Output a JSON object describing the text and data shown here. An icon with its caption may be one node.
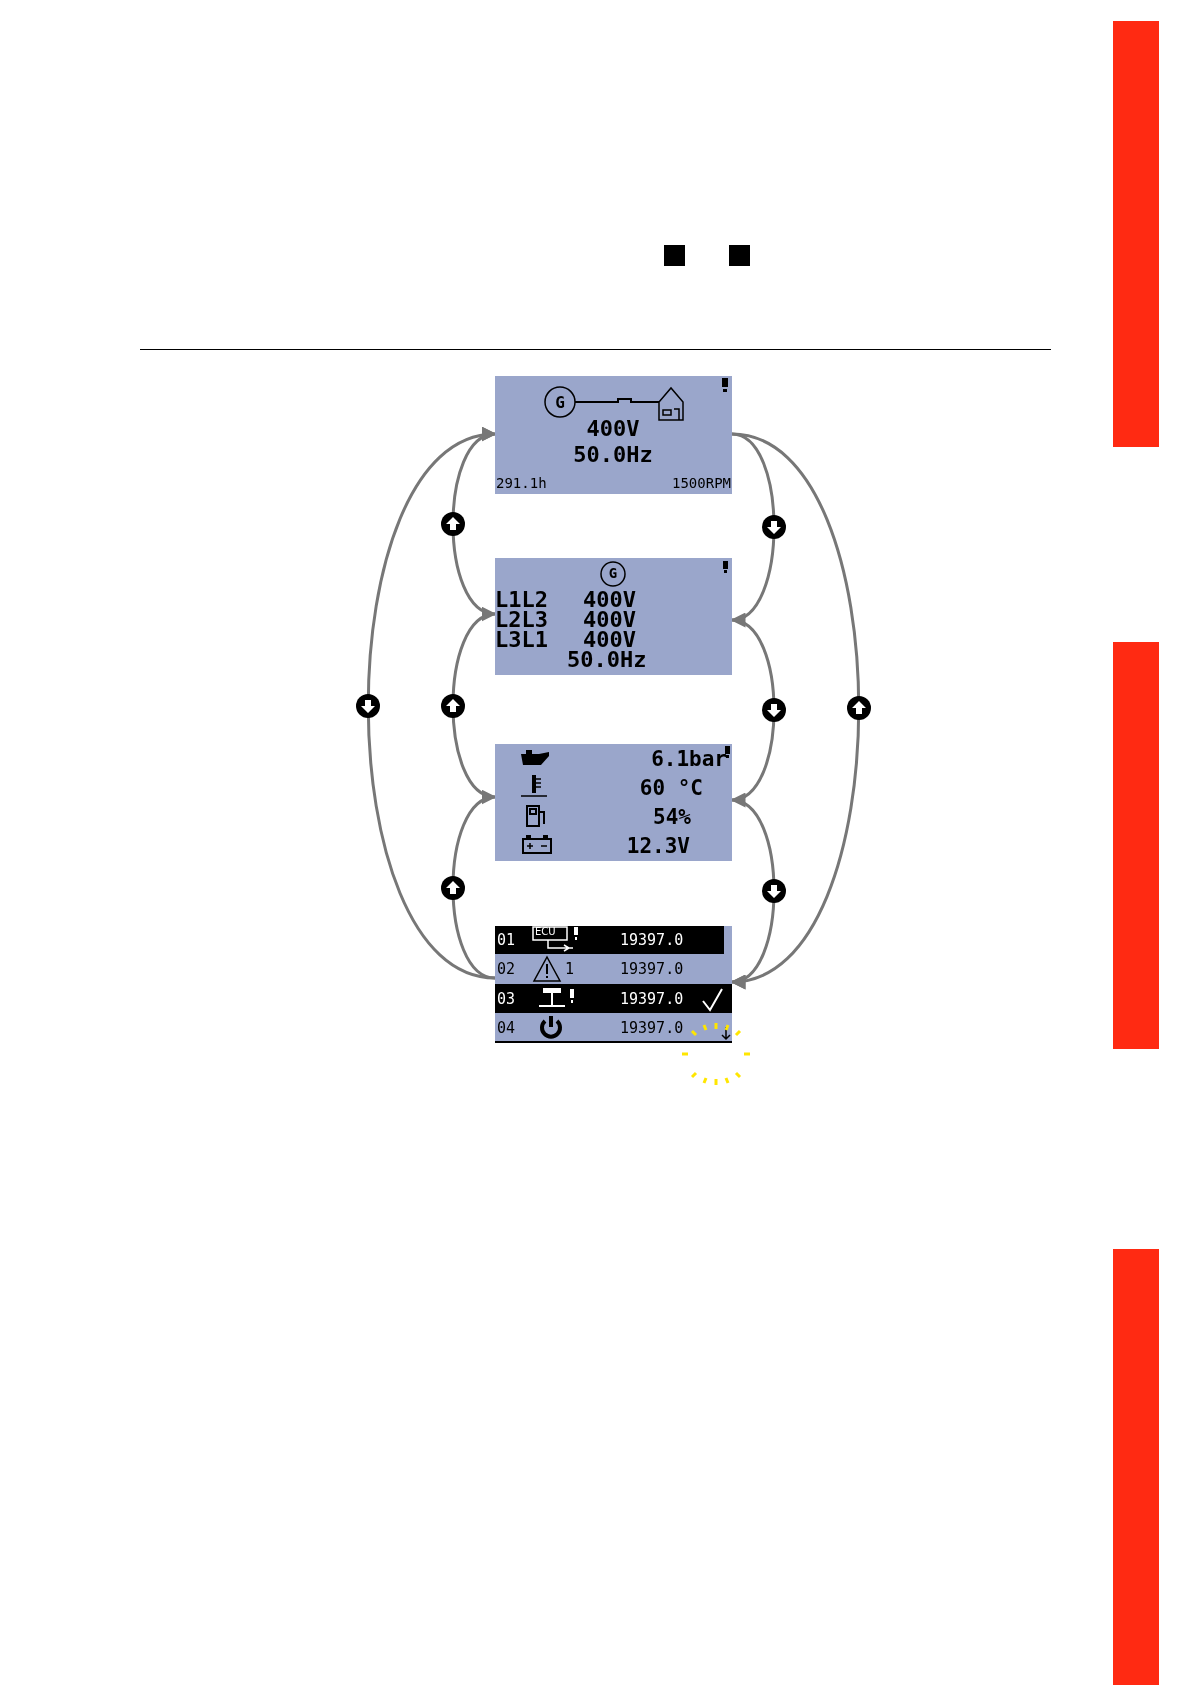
{
  "diagram": {
    "nodes": [
      {
        "text": [
          "G",
          "400V",
          "50.0Hz",
          "291.1h",
          "1500RPM"
        ]
      },
      {
        "text": [
          "G",
          "L1L2",
          "400V",
          "L2L3",
          "400V",
          "L3L1",
          "400V",
          "50.0Hz"
        ]
      },
      {
        "text": [
          "6.1bar",
          "60 °C",
          "54%",
          "12.3V"
        ]
      },
      {
        "text": [
          "01",
          "ECU",
          "19397.0",
          "02",
          "1",
          "19397.0",
          "03",
          "19397.0",
          "04",
          "19397.0"
        ]
      }
    ],
    "edges": [
      {
        "from": 1,
        "to": 0,
        "arrow": "to"
      },
      {
        "from": 2,
        "to": 1,
        "arrow": "to"
      },
      {
        "from": 3,
        "to": 2,
        "arrow": "to"
      },
      {
        "from": 3,
        "to": 0,
        "arrow": "to"
      },
      {
        "from": 0,
        "to": 1,
        "arrow": "to"
      },
      {
        "from": 1,
        "to": 2,
        "arrow": "to"
      },
      {
        "from": 2,
        "to": 3,
        "arrow": "to"
      },
      {
        "from": 0,
        "to": 3,
        "arrow": "to"
      }
    ]
  }
}
